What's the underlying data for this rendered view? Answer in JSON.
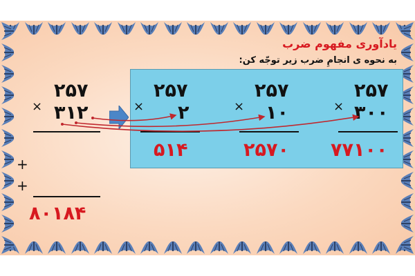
{
  "slide": {
    "title": "یادآوری مفهوم ضرب",
    "subtitle": "به نحوه ی انجامِ ضرب زیر توجّه کن:",
    "colors": {
      "accent": "#d71920",
      "box": "#7ccfe9",
      "background": "#fbd9c0",
      "border_leaf": "#4a6fa5"
    }
  },
  "main_problem": {
    "multiplicand": "۲۵۷",
    "multiplier": "۳۱۲",
    "times_sign": "×",
    "plus_signs": [
      "+",
      "+"
    ],
    "result": "۸۰۱۸۴"
  },
  "steps": [
    {
      "multiplicand": "۲۵۷",
      "multiplier": "۲",
      "times_sign": "×",
      "result": "۵۱۴"
    },
    {
      "multiplicand": "۲۵۷",
      "multiplier": "۱۰",
      "times_sign": "×",
      "result": "۲۵۷۰"
    },
    {
      "multiplicand": "۲۵۷",
      "multiplier": "۳۰۰",
      "times_sign": "×",
      "result": "۷۷۱۰۰"
    }
  ],
  "icons": {
    "pointer": "right-arrow-icon",
    "border": "leaf-border"
  }
}
